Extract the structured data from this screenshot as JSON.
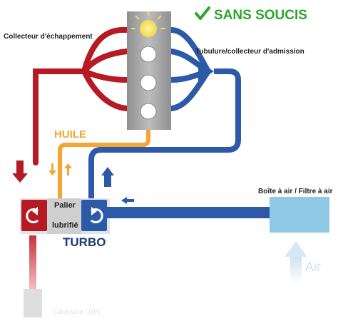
{
  "title": "SANS SOUCIS",
  "check_icon": "check-icon",
  "labels": {
    "exhaust_manifold": "Collecteur d'échappement",
    "intake_manifold": "Tubulure/collecteur d'admission",
    "oil": "HUILE",
    "bearing_line1": "Palier",
    "bearing_line2": "lubrifié",
    "turbo": "TURBO",
    "airbox": "Boîte à air / Filtre à air",
    "air": "Air",
    "watermark": "Catalyseur / DPF"
  },
  "colors": {
    "exhaust": "#b51a25",
    "intake": "#2d5aa8",
    "oil": "#f6a532",
    "engine": "#a9a9a9",
    "title_green": "#2da52d",
    "airbox": "#8fc9e6",
    "air_arrow": "#d6e8f5",
    "exhaust_light": "#e08f95"
  }
}
